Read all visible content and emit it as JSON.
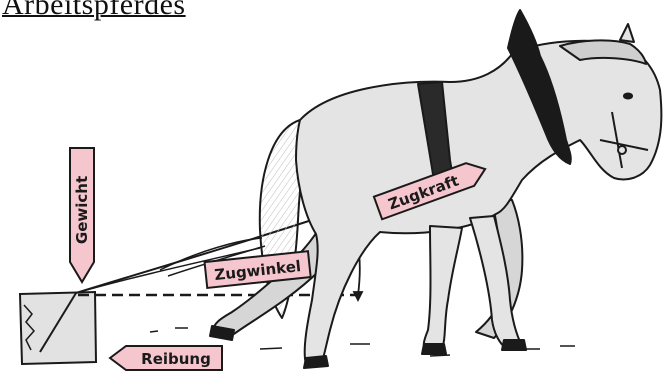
{
  "title": "Arbeitspferdes",
  "labels": {
    "weight": "Gewicht",
    "pull_force": "Zugkraft",
    "pull_angle": "Zugwinkel",
    "friction": "Reibung"
  },
  "colors": {
    "label_fill": "#f6c6cf",
    "ink": "#1a1a1a",
    "horse_fill": "#e4e4e4"
  }
}
